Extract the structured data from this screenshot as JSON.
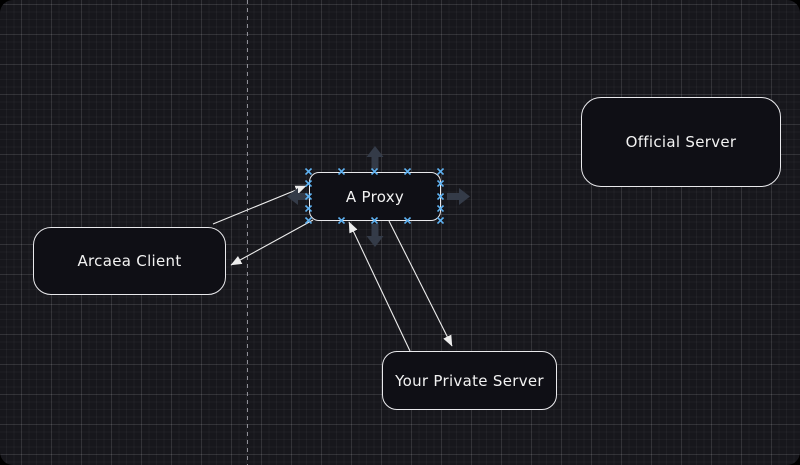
{
  "diagram": {
    "nodes": [
      {
        "label": "Arcaea Client"
      },
      {
        "label": "A Proxy"
      },
      {
        "label": "Official Server"
      },
      {
        "label": "Your Private Server"
      }
    ],
    "selected_node": "A Proxy",
    "edges": [
      {
        "from": "Arcaea Client",
        "to": "A Proxy"
      },
      {
        "from": "A Proxy",
        "to": "Arcaea Client"
      },
      {
        "from": "Your Private Server",
        "to": "A Proxy"
      },
      {
        "from": "A Proxy",
        "to": "Your Private Server"
      }
    ],
    "colors": {
      "canvas_background": "#17171c",
      "node_fill": "#0f0f15",
      "node_border": "#e9e9ec",
      "text": "#f2f2f2",
      "edge_stroke": "#ededed",
      "connection_point": "#5fb2f2",
      "quick_connect_arrow": "#343b48",
      "page_divider": "#8e8e96",
      "grid_major": "#2c2c35",
      "grid_minor": "#1f1f27"
    }
  }
}
